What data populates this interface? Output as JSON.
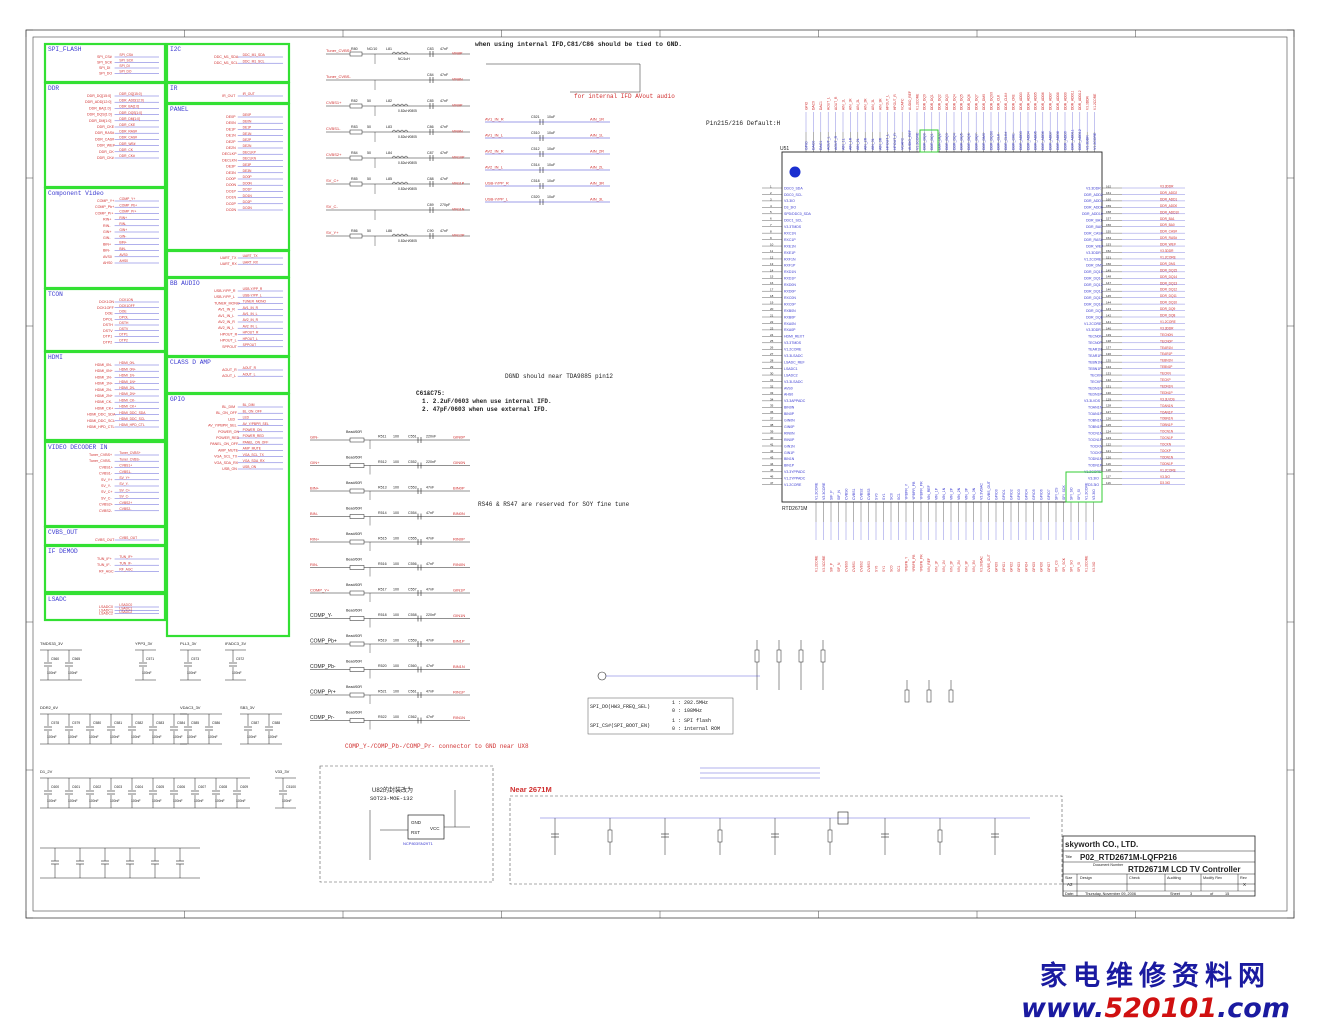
{
  "sections": [
    {
      "id": "spi",
      "label": "SPI_FLASH",
      "signals": [
        "SPI_CS#",
        "SPI_SCK",
        "SPI_DI",
        "SPI_DO"
      ]
    },
    {
      "id": "i2c",
      "label": "I2C",
      "signals": [
        "DDC_M1_SDA",
        "DDC_M1_SCL"
      ]
    },
    {
      "id": "ddr",
      "label": "DDR",
      "signals": [
        "DDR_DQ[15:0]",
        "DDR_ADD[12:0]",
        "DDR_BA[1:0]",
        "DDR_DQS[1:0]",
        "DDR_DM[1:0]",
        "DDR_CKE",
        "DDR_RAS#",
        "DDR_CAS#",
        "DDR_WE#",
        "DDR_CK",
        "DDR_CK#"
      ]
    },
    {
      "id": "ir",
      "label": "IR",
      "signals": [
        "IR_OUT"
      ]
    },
    {
      "id": "panel",
      "label": "PANEL",
      "signals": [
        "DE0P",
        "DE0N",
        "DE1P",
        "DE1N",
        "DE2P",
        "DE2N",
        "DECLKP",
        "DECLKN",
        "DE3P",
        "DE3N",
        "DO0P",
        "DO0N",
        "DO1P",
        "DO1N",
        "DO2P",
        "DO2N"
      ]
    },
    {
      "id": "component",
      "label": "Component Video",
      "signals": [
        "COMP_Y+",
        "COMP_Pb+",
        "COMP_Pr+",
        "RIN+",
        "RIN-",
        "GIN+",
        "GIN-",
        "BIN+",
        "BIN-",
        "AVS0",
        "AHS0"
      ]
    },
    {
      "id": "uart",
      "label": "",
      "signals": [
        "UART_TX",
        "UART_RX"
      ]
    },
    {
      "id": "bb_audio",
      "label": "BB AUDIO",
      "signals": [
        "USB-Y/PP_R",
        "USB-Y/PP_L",
        "TUNER_MONO",
        "AV1_IN_R",
        "AV1_IN_L",
        "AV2_IN_R",
        "AV2_IN_L",
        "HPOUT_R",
        "HPOUT_L",
        "SPPOUT"
      ]
    },
    {
      "id": "tcon",
      "label": "TCON",
      "signals": [
        "DCK1ON",
        "DCK1OFF",
        "DOE",
        "DPOL",
        "DSTH",
        "DSTV",
        "DTP1",
        "DTP2"
      ]
    },
    {
      "id": "class_d",
      "label": "CLASS D AMP",
      "signals": [
        "AOUT_R",
        "AOUT_L"
      ]
    },
    {
      "id": "hdmi",
      "label": "HDMI",
      "signals": [
        "HDMI_0N-",
        "HDMI_0N+",
        "HDMI_1N-",
        "HDMI_1N+",
        "HDMI_2N-",
        "HDMI_2N+",
        "HDMI_CK-",
        "HDMI_CK+",
        "HDMI_DDC_SDA",
        "HDMI_DDC_SCL",
        "HDMI_HPD_CTL"
      ]
    },
    {
      "id": "gpio",
      "label": "GPIO",
      "signals": [
        "BL_DIM",
        "BL_ON_OFF",
        "LED",
        "AV_Y/PBPR_SEL",
        "POWER_ON",
        "POWER_RED",
        "PANEL_ON_OFF",
        "AMP_MUTE",
        "VGA_SCL_TX",
        "VGA_SDA_RX",
        "USB_ON"
      ]
    },
    {
      "id": "vdec",
      "label": "VIDEO DECODER IN",
      "signals": [
        "Tuner_CVBS+",
        "Tuner_CVBS-",
        "CVBS1+",
        "CVBS1-",
        "SV_Y+",
        "SV_Y-",
        "SV_C+",
        "SV_C-",
        "CVBS2+",
        "CVBS2-"
      ]
    },
    {
      "id": "cvbs_out",
      "label": "CVBS_OUT",
      "signals": [
        "CVBS_OUT"
      ]
    },
    {
      "id": "if_demod",
      "label": "IF DEMOD",
      "signals": [
        "TUN_IF+",
        "TUN_IF-",
        "RF_AGC"
      ]
    },
    {
      "id": "lsadc",
      "label": "LSADC",
      "signals": [
        "LSADC0",
        "LSADC1",
        "LSADC2"
      ]
    }
  ],
  "notes": {
    "ifd": "when using internal IFD,C81/C86 should be tied to GND.",
    "ifd_audio": "for internal IFD AVout audio",
    "pin_default": "Pin215/216 Default:H",
    "dgnd_note": "DGND should near TDA9885 pin12",
    "c61_title": "C61&C75:",
    "c61_1": "1. 2.2uF/0603 when use internal IFD.",
    "c61_2": "2. 47pF/0603 when use external IFD.",
    "rs_note": "RS46 & RS47 are reserved for SOY fine tune",
    "comp_gnd": "COMP_Y-/COMP_Pb-/COMP_Pr- connector to GND near UX8",
    "near_label": "Near 2671M",
    "chip_opt": "U82的封装改为",
    "chip_pkg": "SOT23-MOE-132",
    "spi_do": "SPI_DO(HW3_FREQ_SEL)",
    "spi_do_opt1": "1 : 202.5MHz",
    "spi_do_opt2": "0 : 108MHz",
    "spi_cs": "SPI_CS#(SPI_BOOT_EN)",
    "spi_cs_opt1": "1 : SPI flash",
    "spi_cs_opt2": "0 : internal ROM"
  },
  "chip": {
    "ref": "U51",
    "part": "RTD2671M",
    "left_pins": [
      "DDC0_SDA",
      "DDC0_SCL",
      "V3.3IO",
      "D3_3IO",
      "SPD/DDC0_SDA",
      "DDC1_SCL",
      "V3.3TMDS",
      "RXC1N",
      "RXC1P",
      "RXE1N",
      "RXE1P",
      "RXF1N",
      "RXF1P",
      "RXD1N",
      "RXD1P",
      "RXD0N",
      "RXD0P",
      "RXC0N",
      "RXC0P",
      "RXB0N",
      "RXB0P",
      "RXA0N",
      "RXA0P",
      "HDMI_REXT",
      "V3.3TMDS",
      "V1.2CORE",
      "V3.3LSADC",
      "LSADC_REF",
      "LSADC1",
      "LSADC2",
      "V3.3LSADC",
      "AVS0",
      "AHS0",
      "V3.3APPADC",
      "BIN0N",
      "BIN0P",
      "GIN0N",
      "GIN0P",
      "RIN0N",
      "RIN0P",
      "GIN1N",
      "GIN1P",
      "BIN1N",
      "BIN1P",
      "V3.3YPPADC",
      "V1.2YPPADC",
      "V1.2CORE"
    ],
    "right_pins": [
      "V3.3DDR",
      "DDR_ADD2",
      "DDR_ADD1",
      "DDR_ADD0",
      "DDR_ADD10",
      "DDR_BA1",
      "DDR_BA0",
      "DDR_CAS#",
      "DDR_RAS#",
      "DDR_WE#",
      "V3.3DDR",
      "V1.2CORE",
      "DDR_DM1",
      "DDR_DQ15",
      "DDR_DQ14",
      "DDR_DQ13",
      "DDR_DQ12",
      "DDR_DQ11",
      "DDR_DQ10",
      "DDR_DQ9",
      "DDR_DQ8",
      "V1.2CORE",
      "V3.3DDR",
      "TECN0N",
      "TECN0P",
      "TEAR1N",
      "TEAR1P",
      "TEBN1N",
      "TEBN1P",
      "TECKN",
      "TECKP",
      "TEDN1N",
      "TEDN1P",
      "V3.3LVDS",
      "TOAN1N",
      "TOAN1P",
      "TOBN1N",
      "TOBN1P",
      "TOCN1N",
      "TOCN1P",
      "TOCKN",
      "TOCKP",
      "TODN1N",
      "TODN1P",
      "V1.2CORE",
      "V3.3IO",
      "D3.3IO"
    ],
    "top_pins": [
      "GPIO",
      "DAC0",
      "DAC1",
      "AOUT_L",
      "AOUT_R",
      "AIN_1L",
      "AIN_1R",
      "AIN_2L",
      "AIN_2R",
      "AIN_3L",
      "AIN_3R",
      "HPOUT_L",
      "HPOUT_R",
      "VCAPC",
      "AUDIO_REF",
      "V1.2CORE",
      "DDR_DQ0",
      "DDR_DQ1",
      "DDR_DQ2",
      "DDR_DQ3",
      "DDR_DQ4",
      "DDR_DQ5",
      "DDR_DQ6",
      "DDR_DQ7",
      "DDR_DM0",
      "DDR_DQS0",
      "DDR_CLK",
      "DDR_CLK#",
      "DDR_CKE",
      "DDR_ADD3",
      "DDR_ADD4",
      "DDR_ADD5",
      "DDR_ADD6",
      "DDR_ADD7",
      "DDR_ADD8",
      "DDR_ADD9",
      "DDR_ADD11",
      "DDR_ADD12",
      "V3.3DDR",
      "V1.2CORE"
    ],
    "bottom_pins": [
      "V1.2CORE",
      "V3.3CORE",
      "SIF_P",
      "SIF_N",
      "CVBS0",
      "CVBS1",
      "CVBS2",
      "CVBS3",
      "SY0",
      "SY1",
      "SC0",
      "SC1",
      "YPBPR_Y",
      "YPBPR_PB",
      "YPBPR_PR",
      "VIN_REF",
      "VIN_1P",
      "VIN_1N",
      "VIN_2P",
      "VIN_2N",
      "VIN_3P",
      "VIN_3N",
      "V3.3VDAC",
      "CVBS_OUT",
      "GPIO0",
      "GPIO1",
      "GPIO2",
      "GPIO3",
      "GPIO4",
      "GPIO5",
      "GPIO6",
      "GPIO7",
      "SPI_CS",
      "SPI_SCK",
      "SPI_SO",
      "SPI_SI",
      "V1.2CORE",
      "V3.3IO"
    ]
  },
  "filters": [
    {
      "in": "Tuner_CVBS+",
      "r": "R80",
      "l": "L81",
      "rv": "NC/10",
      "lv": "NC/1uH",
      "c": "C83",
      "cv": "47nF",
      "out": "VIN8P"
    },
    {
      "in": "Tuner_CVBS-",
      "r": "",
      "l": "",
      "rv": "",
      "lv": "",
      "c": "C84",
      "cv": "47nF",
      "out": "VIN8N"
    },
    {
      "in": "CVBS1+",
      "r": "R82",
      "l": "L82",
      "rv": "50",
      "lv": "0.82uH/0805",
      "c": "C85",
      "cv": "47nF",
      "out": "VIN9P"
    },
    {
      "in": "CVBS1-",
      "r": "R83",
      "l": "L83",
      "rv": "50",
      "lv": "0.82uH/0805",
      "c": "C86",
      "cv": "47nF",
      "out": "VIN9N"
    },
    {
      "in": "CVBS2+",
      "r": "R84",
      "l": "L84",
      "rv": "50",
      "lv": "0.82uH/0805",
      "c": "C87",
      "cv": "47nF",
      "out": "VIN10P"
    },
    {
      "in": "SV_C+",
      "r": "R85",
      "l": "L85",
      "rv": "50",
      "lv": "0.82uH/0805",
      "c": "C88",
      "cv": "47nF",
      "out": "VIN11P"
    },
    {
      "in": "SV_C-",
      "r": "",
      "l": "",
      "rv": "",
      "lv": "",
      "c": "C89",
      "cv": "270pF",
      "out": "VIN11N"
    },
    {
      "in": "SV_Y+",
      "r": "R86",
      "l": "L86",
      "rv": "50",
      "lv": "0.82uH/0805",
      "c": "C90",
      "cv": "47nF",
      "out": "VIN12P"
    }
  ],
  "audio_caps": [
    {
      "in": "AV1_IN_R",
      "c": "C521",
      "cv": "10uF",
      "out": "AIN_1R"
    },
    {
      "in": "AV1_IN_L",
      "c": "C510",
      "cv": "10uF",
      "out": "AIN_1L"
    },
    {
      "in": "AV2_IN_R",
      "c": "C512",
      "cv": "10uF",
      "out": "AIN_2R"
    },
    {
      "in": "AV2_IN_L",
      "c": "C514",
      "cv": "10uF",
      "out": "AIN_2L"
    },
    {
      "in": "USB-Y/PP_R",
      "c": "C518",
      "cv": "10uF",
      "out": "AIN_3R"
    },
    {
      "in": "USB-Y/PP_L",
      "c": "C520",
      "cv": "10uF",
      "out": "AIN_3L"
    }
  ],
  "ypbpr": [
    {
      "in": "GIN-",
      "bead": "Bead/60R",
      "r": "R511",
      "rv": "100",
      "c": "C551",
      "cv": "220nF",
      "out": "GIN0P"
    },
    {
      "in": "GIN+",
      "bead": "Bead/60R",
      "r": "R512",
      "rv": "100",
      "c": "C552",
      "cv": "220nF",
      "out": "GIN0N"
    },
    {
      "in": "BIN+",
      "bead": "Bead/60R",
      "r": "R513",
      "rv": "100",
      "c": "C553",
      "cv": "47nF",
      "out": "BIN0P"
    },
    {
      "in": "BIN-",
      "bead": "Bead/60R",
      "r": "R514",
      "rv": "100",
      "c": "C554",
      "cv": "47nF",
      "out": "BIN0N"
    },
    {
      "in": "RIN+",
      "bead": "Bead/60R",
      "r": "R515",
      "rv": "100",
      "c": "C555",
      "cv": "47nF",
      "out": "RIN0P"
    },
    {
      "in": "RIN-",
      "bead": "Bead/60R",
      "r": "R516",
      "rv": "100",
      "c": "C556",
      "cv": "47nF",
      "out": "RIN0N"
    },
    {
      "in": "COMP_Y+",
      "bead": "Bead/60R",
      "r": "R517",
      "rv": "100",
      "c": "C557",
      "cv": "47nF",
      "out": "GIN1P"
    },
    {
      "in": "COMP_Y-",
      "bead": "Bead/60R",
      "r": "R518",
      "rv": "100",
      "c": "C558",
      "cv": "220nF",
      "out": "GIN1N"
    },
    {
      "in": "COMP_Pb+",
      "bead": "Bead/60R",
      "r": "R519",
      "rv": "100",
      "c": "C559",
      "cv": "47nF",
      "out": "BIN1P"
    },
    {
      "in": "COMP_Pb-",
      "bead": "Bead/60R",
      "r": "R520",
      "rv": "100",
      "c": "C560",
      "cv": "47nF",
      "out": "BIN1N"
    },
    {
      "in": "COMP_Pr+",
      "bead": "Bead/60R",
      "r": "R521",
      "rv": "100",
      "c": "C561",
      "cv": "47nF",
      "out": "RIN1P"
    },
    {
      "in": "COMP_Pr-",
      "bead": "Bead/60R",
      "r": "R522",
      "rv": "100",
      "c": "C562",
      "cv": "47nF",
      "out": "RIN1N"
    }
  ],
  "decoupling": [
    {
      "rail": "TMDS33_3V",
      "caps": [
        "C560",
        "C565"
      ],
      "val": "100nF"
    },
    {
      "rail": "YPP3_3V",
      "caps": [
        "C571"
      ],
      "val": "100nF"
    },
    {
      "rail": "PLL3_3V",
      "caps": [
        "C573"
      ],
      "val": "100nF"
    },
    {
      "rail": "IFADC3_3V",
      "caps": [
        "C572"
      ],
      "val": "100nF"
    },
    {
      "rail": "DDR2_6V",
      "caps": [
        "C578",
        "C579",
        "C580",
        "C581",
        "C582",
        "C583",
        "C584"
      ],
      "val": "100nF"
    },
    {
      "rail": "VDAC3_3V",
      "caps": [
        "C585",
        "C586"
      ],
      "val": "100nF"
    },
    {
      "rail": "SB3_3V",
      "caps": [
        "C587",
        "C588"
      ],
      "val": "100nF"
    },
    {
      "rail": "D1_2V",
      "caps": [
        "C600",
        "C601",
        "C602",
        "C603",
        "C604",
        "C605",
        "C606",
        "C607",
        "C608",
        "C609"
      ],
      "val": "100nF"
    },
    {
      "rail": "V33_3V",
      "caps": [
        "C5100"
      ],
      "val": "100nF"
    }
  ],
  "titleblock": {
    "company": "skyworth CO., LTD.",
    "title_label": "Title",
    "doc_no": "P02_RTD2671M-LQFP216",
    "doc_label": "Document Number",
    "subtitle": "RTD2671M LCD TV Controller",
    "size_label": "Size",
    "size": "A2",
    "design_label": "Design",
    "check_label": "Check",
    "auditing_label": "Auditing",
    "modify_label": "Modify Rev",
    "rev_label": "Rev",
    "rev": "X",
    "date_label": "Date:",
    "date": "Thursday, November 09, 2006",
    "sheet_label": "Sheet",
    "sheet": "3",
    "of_label": "of",
    "of": "15"
  },
  "watermark": {
    "line1": "家电维修资料网",
    "line2a": "www.",
    "line2b": "520101",
    "line2c": ".com"
  }
}
